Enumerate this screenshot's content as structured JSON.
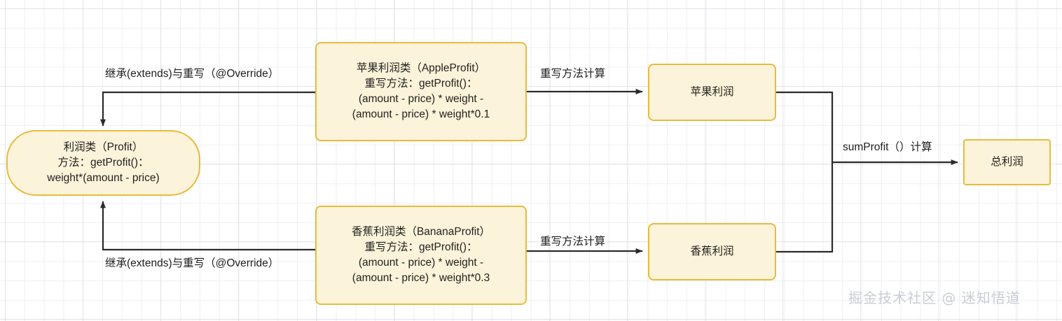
{
  "diagram": {
    "title": "Profit class inheritance and calculation flow",
    "colors": {
      "node_fill": "#fbf3da",
      "node_border": "#e8bb3d",
      "wire": "#2b2b2b",
      "text": "#23221f",
      "watermark": "#c9cdd4",
      "grid_minor": "#e8eaee",
      "grid_major": "#d7dae0",
      "background": "#ffffff"
    },
    "nodes": [
      {
        "id": "profit",
        "shape": "stadium",
        "text": "利润类（Profit）\n方法：getProfit()：\nweight*(amount - price)"
      },
      {
        "id": "apple_class",
        "shape": "rounded-rect",
        "text": "苹果利润类（AppleProfit）\n重写方法：getProfit()：\n(amount - price) * weight -\n(amount - price) * weight*0.1"
      },
      {
        "id": "banana_class",
        "shape": "rounded-rect",
        "text": "香蕉利润类（BananaProfit）\n重写方法：getProfit()：\n(amount - price) * weight -\n(amount - price) * weight*0.3"
      },
      {
        "id": "apple_profit",
        "shape": "rounded-rect",
        "text": "苹果利润"
      },
      {
        "id": "banana_profit",
        "shape": "rounded-rect",
        "text": "香蕉利润"
      },
      {
        "id": "total_profit",
        "shape": "rect",
        "text": "总利润"
      }
    ],
    "edges": [
      {
        "id": "apple-extends",
        "from": "apple_class",
        "to": "profit",
        "label": "继承(extends)与重写（@Override）"
      },
      {
        "id": "banana-extends",
        "from": "banana_class",
        "to": "profit",
        "label": "继承(extends)与重写（@Override）"
      },
      {
        "id": "apple-compute",
        "from": "apple_class",
        "to": "apple_profit",
        "label": "重写方法计算"
      },
      {
        "id": "banana-compute",
        "from": "banana_class",
        "to": "banana_profit",
        "label": "重写方法计算"
      },
      {
        "id": "sum",
        "from": "apple_profit + banana_profit",
        "to": "total_profit",
        "label": "sumProfit（）计算"
      }
    ],
    "watermark": "掘金技术社区 @ 迷知悟道"
  }
}
